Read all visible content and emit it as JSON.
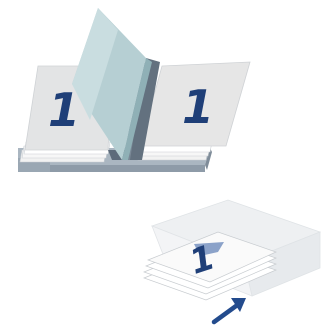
{
  "diagram": {
    "left_page_number": "1",
    "right_page_number": "1",
    "output_page_number": "1"
  },
  "colors": {
    "page_number": "#1f3f78",
    "arrow": "#234b8d",
    "binder_base": "#b8c2cc",
    "cover_sheet": "#b5cfd3",
    "page_bg": "#e6e6e6"
  },
  "icons": {
    "feed_arrow": "arrow-up-right-icon"
  }
}
